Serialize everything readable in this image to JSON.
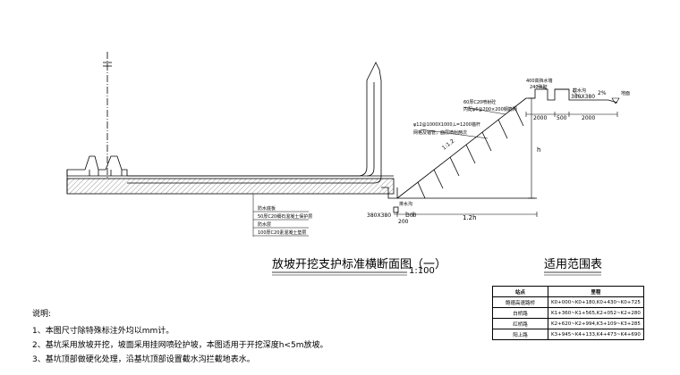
{
  "drawing": {
    "title": "放坡开挖支护标准横断面图（一）",
    "scale": "1:100",
    "table_title": "适用范围表",
    "dims": {
      "top_width_2000a": "2000",
      "top_width_500": "500",
      "top_width_2000b": "2000",
      "bottom_200": "200",
      "bottom_300": "300",
      "bottom_1_2h": "1.2h",
      "height_h": "h",
      "slope": "1:1.2",
      "ditch_top_size": "380X380",
      "ditch_bottom_size": "380X380",
      "grade": "2%"
    },
    "labels": {
      "retaining_wall_top": "400高挡水墙",
      "retaining_wall_top_2": "240砖砌",
      "ditch_top": "截水沟",
      "ground": "地面",
      "shotcrete_1": "60厚C20喷射砼",
      "shotcrete_2": "内配φ6@200×200钢筋网",
      "nail_1": "φ12@1000X1000,L=1200锚杆",
      "nail_2": "网格及锚管，面层喷射两次",
      "ditch_bottom": "排水沟",
      "cushion_1": "防水底板",
      "cushion_2": "50厚C20细石混凝土保护层",
      "cushion_3": "防水层",
      "cushion_4": "100厚C20素混凝土垫层"
    }
  },
  "notes": {
    "heading": "说明:",
    "items": [
      "1、本图尺寸除特殊标注外均以mm计。",
      "2、基坑采用放坡开挖，坡面采用挂网喷砼护坡，本图适用于开挖深度h<5m放坡。",
      "3、基坑顶部做硬化处理，沿基坑顶部设置截水沟拦截地表水。"
    ]
  },
  "range_table": {
    "headers": [
      "站点",
      "里程"
    ],
    "rows": [
      [
        "鲍德高速路桥",
        "K0+000~K0+180,K0+430~K0+725"
      ],
      [
        "白桥路",
        "K1+360~K1+565,K2+052~K2+280"
      ],
      [
        "红桥路",
        "K2+620~K2+994,K3+109~K3+285"
      ],
      [
        "阳上路",
        "K3+945~K4+133,K4+473~K4+690"
      ]
    ]
  }
}
